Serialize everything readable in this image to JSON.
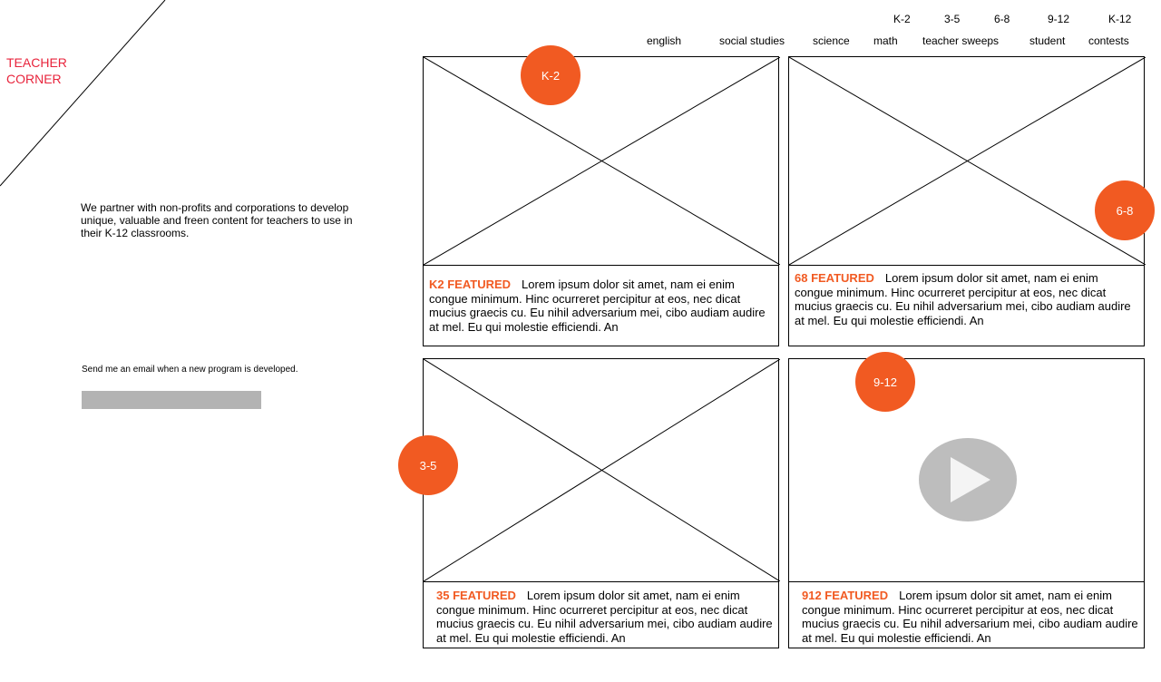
{
  "brand": {
    "line1": "TEACHER",
    "line2": "CORNER",
    "color": "#e8243c"
  },
  "intro": "We partner with non-profits and corporations to develop unique, valuable and freen content for teachers to use in their K-12 classrooms.",
  "email": {
    "label": "Send me an email when a new program is developed.",
    "value": "",
    "placeholder": ""
  },
  "nav": {
    "grades": [
      "K-2",
      "3-5",
      "6-8",
      "9-12",
      "K-12"
    ],
    "subjects": [
      "english",
      "social studies",
      "science",
      "math",
      "teacher sweeps",
      "student",
      "contests"
    ]
  },
  "accent": "#f15a22",
  "cards": [
    {
      "featured": "K2 FEATURED",
      "text": "Lorem ipsum dolor sit amet, nam ei enim congue minimum. Hinc ocurreret percipitur at eos, nec dicat mucius graecis cu. Eu nihil adversarium mei, cibo audiam audire at mel. Eu qui molestie efficiendi. An",
      "badge": "K-2"
    },
    {
      "featured": "68 FEATURED",
      "text": "Lorem ipsum dolor sit amet, nam ei enim congue minimum. Hinc ocurreret percipitur at eos, nec dicat mucius graecis cu. Eu nihil adversarium mei, cibo audiam audire at mel. Eu qui molestie efficiendi. An",
      "badge": "6-8"
    },
    {
      "featured": "35 FEATURED",
      "text": "Lorem ipsum dolor sit amet, nam ei enim congue minimum. Hinc ocurreret percipitur at eos, nec dicat mucius graecis cu. Eu nihil adversarium mei, cibo audiam audire at mel. Eu qui molestie efficiendi. An",
      "badge": "3-5"
    },
    {
      "featured": "912 FEATURED",
      "text": "Lorem ipsum dolor sit amet, nam ei enim congue minimum. Hinc ocurreret percipitur at eos, nec dicat mucius graecis cu. Eu nihil adversarium mei, cibo audiam audire at mel. Eu qui molestie efficiendi. An",
      "badge": "9-12",
      "media": "play-icon"
    }
  ]
}
